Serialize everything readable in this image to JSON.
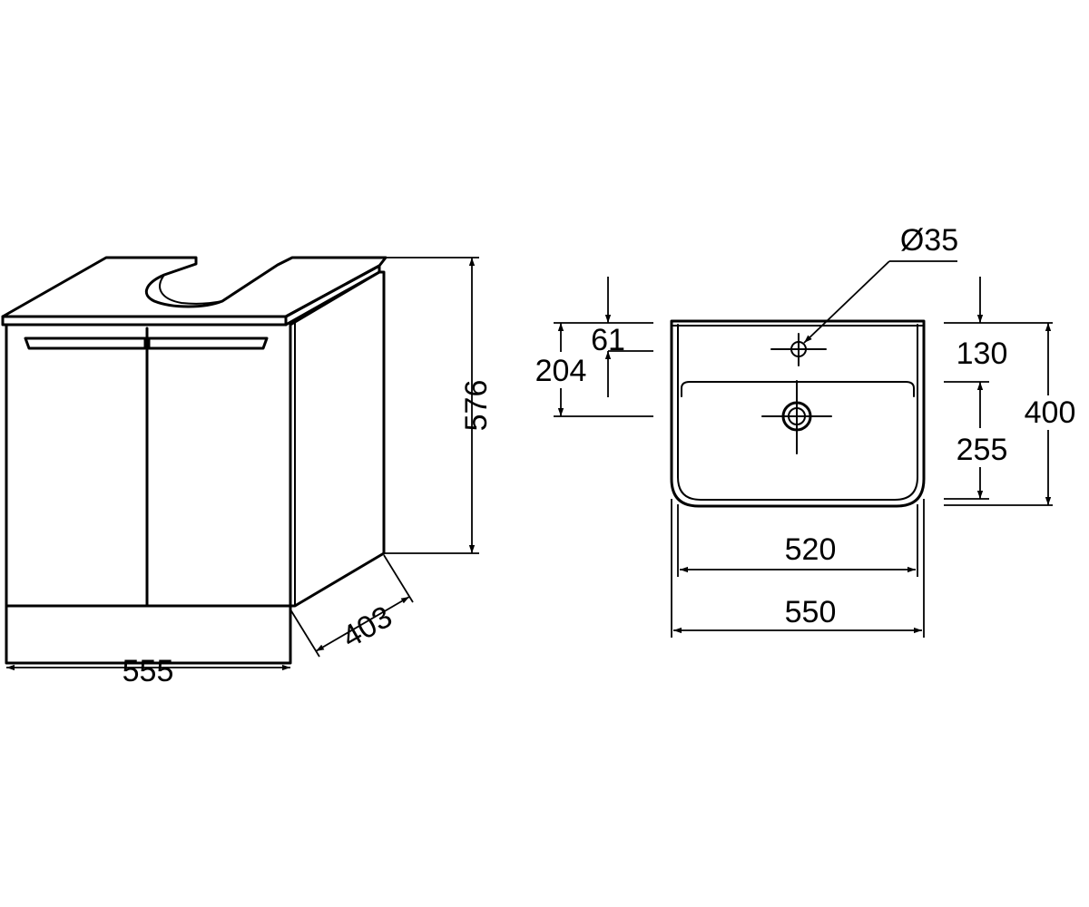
{
  "cabinet": {
    "width_label": "555",
    "height_label": "576",
    "depth_label": "403"
  },
  "basin": {
    "diameter_label": "Ø35",
    "label_61": "61",
    "label_204": "204",
    "label_130": "130",
    "label_255": "255",
    "label_400": "400",
    "label_520": "520",
    "label_550": "550"
  }
}
